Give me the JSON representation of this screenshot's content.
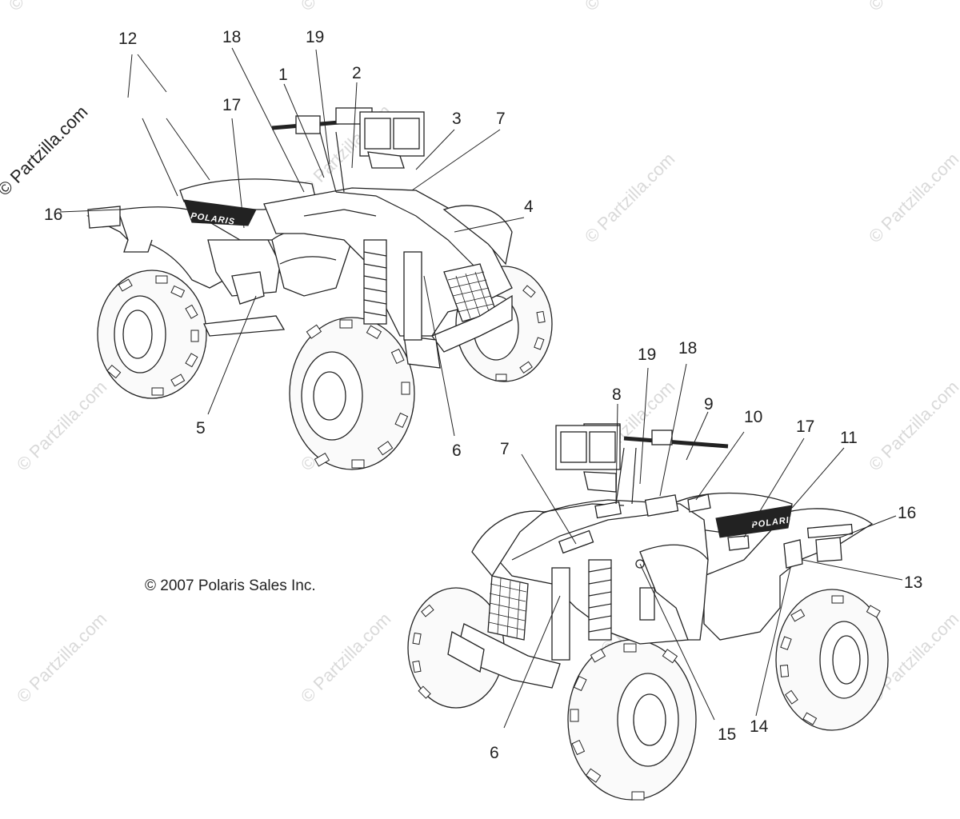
{
  "diagram": {
    "copyright": "© 2007 Polaris Sales Inc.",
    "watermark": "© Partzilla.com",
    "brand_text": "POLARIS",
    "upper_callouts": [
      "12",
      "18",
      "19",
      "1",
      "2",
      "3",
      "7",
      "17",
      "4",
      "16",
      "5",
      "6"
    ],
    "lower_callouts": [
      "19",
      "18",
      "8",
      "9",
      "10",
      "17",
      "11",
      "7",
      "16",
      "13",
      "6",
      "15",
      "14"
    ]
  }
}
